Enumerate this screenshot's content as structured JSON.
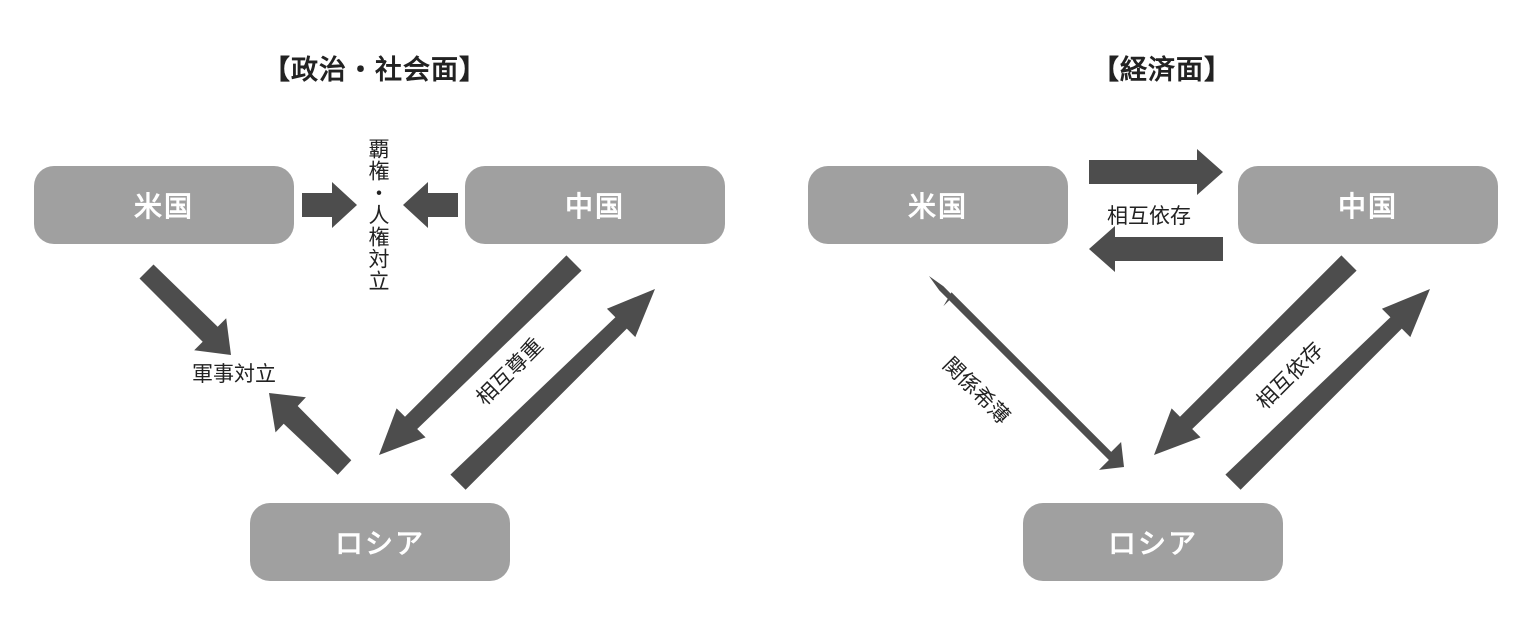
{
  "colors": {
    "node": "#a0a0a0",
    "node_text": "#ffffff",
    "arrow": "#4d4d4d",
    "text": "#222222"
  },
  "left_panel": {
    "title": "【政治・社会面】",
    "nodes": {
      "us": "米国",
      "china": "中国",
      "russia": "ロシア"
    },
    "labels": {
      "hegemony": "覇権・人権対立",
      "military": "軍事対立",
      "mutual_respect": "相互尊重"
    }
  },
  "right_panel": {
    "title": "【経済面】",
    "nodes": {
      "us": "米国",
      "china": "中国",
      "russia": "ロシア"
    },
    "labels": {
      "us_china": "相互依存",
      "us_russia": "関係希薄",
      "china_russia": "相互依存"
    }
  }
}
